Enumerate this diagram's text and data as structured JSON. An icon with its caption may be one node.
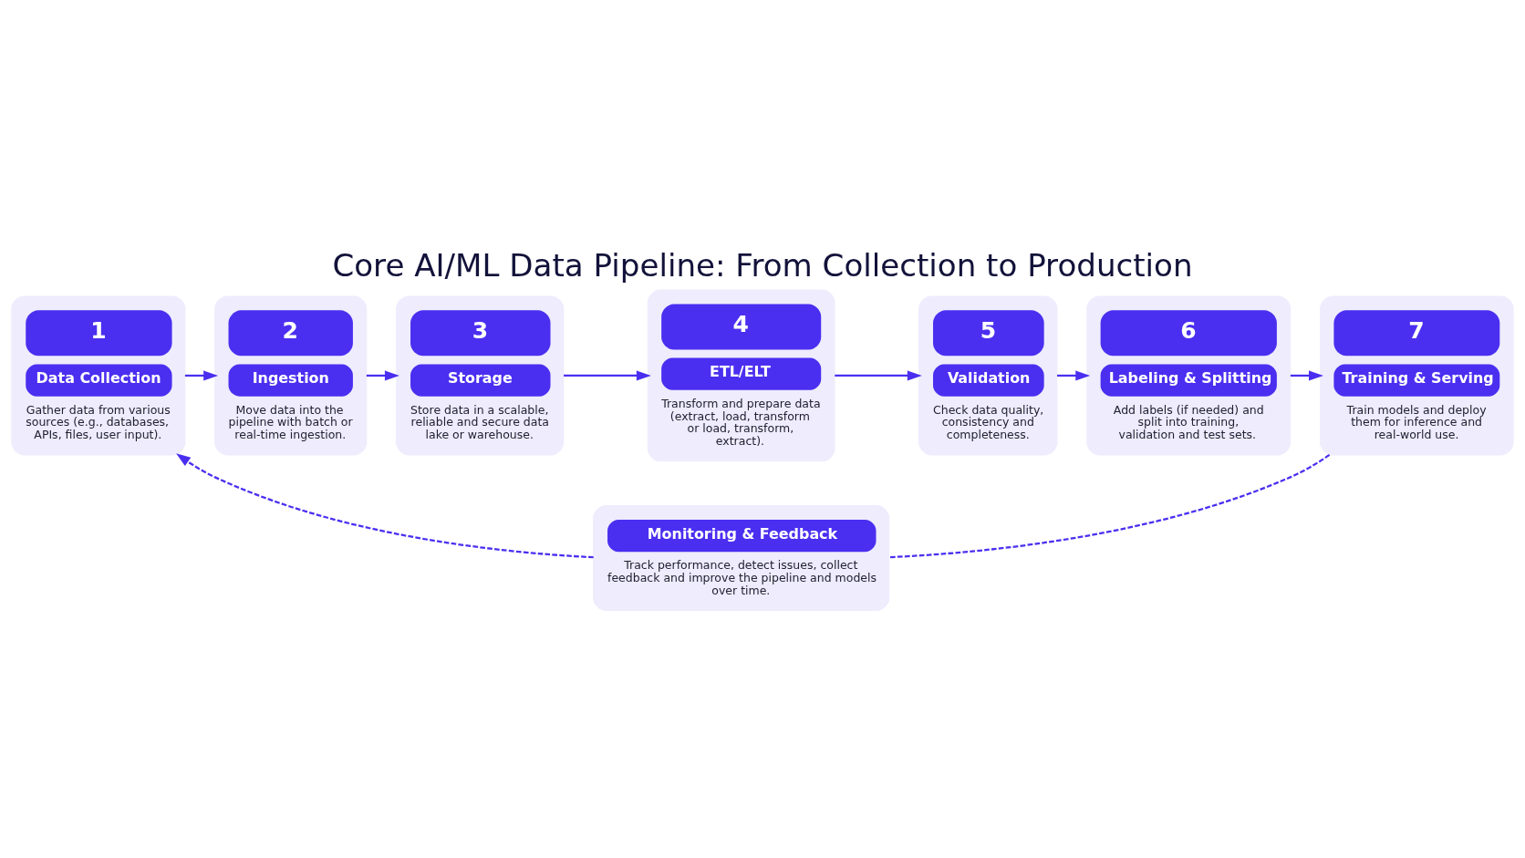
{
  "diagram": {
    "title": "Core AI/ML Data Pipeline: From Collection to Production",
    "nodes": [
      {
        "text": [
          "1",
          "Data Collection",
          "Gather data from various sources (e.g., databases, APIs, files, user input)."
        ]
      },
      {
        "text": [
          "2",
          "Ingestion",
          "Move data into the pipeline with batch or real-time ingestion."
        ]
      },
      {
        "text": [
          "3",
          "Storage",
          "Store data in a scalable, reliable and secure data lake or warehouse."
        ]
      },
      {
        "text": [
          "4",
          "ETL/ELT",
          "Transform and prepare data (extract, load, transform or load, transform, extract)."
        ]
      },
      {
        "text": [
          "5",
          "Validation",
          "Check data quality, consistency and completeness."
        ]
      },
      {
        "text": [
          "6",
          "Labeling & Splitting",
          "Add labels (if needed) and split into training, validation and test sets."
        ]
      },
      {
        "text": [
          "7",
          "Training & Serving",
          "Train models and deploy them for inference and real-world use."
        ]
      },
      {
        "text": [
          "Monitoring & Feedback",
          "Track performance, detect issues, collect feedback and improve the pipeline and models over time."
        ]
      }
    ],
    "edges": [
      {
        "from": 0,
        "to": 1,
        "arrow": "to"
      },
      {
        "from": 1,
        "to": 2,
        "arrow": "to"
      },
      {
        "from": 2,
        "to": 3,
        "arrow": "to"
      },
      {
        "from": 3,
        "to": 4,
        "arrow": "to"
      },
      {
        "from": 4,
        "to": 5,
        "arrow": "to"
      },
      {
        "from": 5,
        "to": 6,
        "arrow": "to"
      },
      {
        "from": 6,
        "to": 7,
        "arrow": "none",
        "style": "dashed"
      },
      {
        "from": 7,
        "to": 0,
        "arrow": "to",
        "style": "dashed"
      }
    ]
  }
}
